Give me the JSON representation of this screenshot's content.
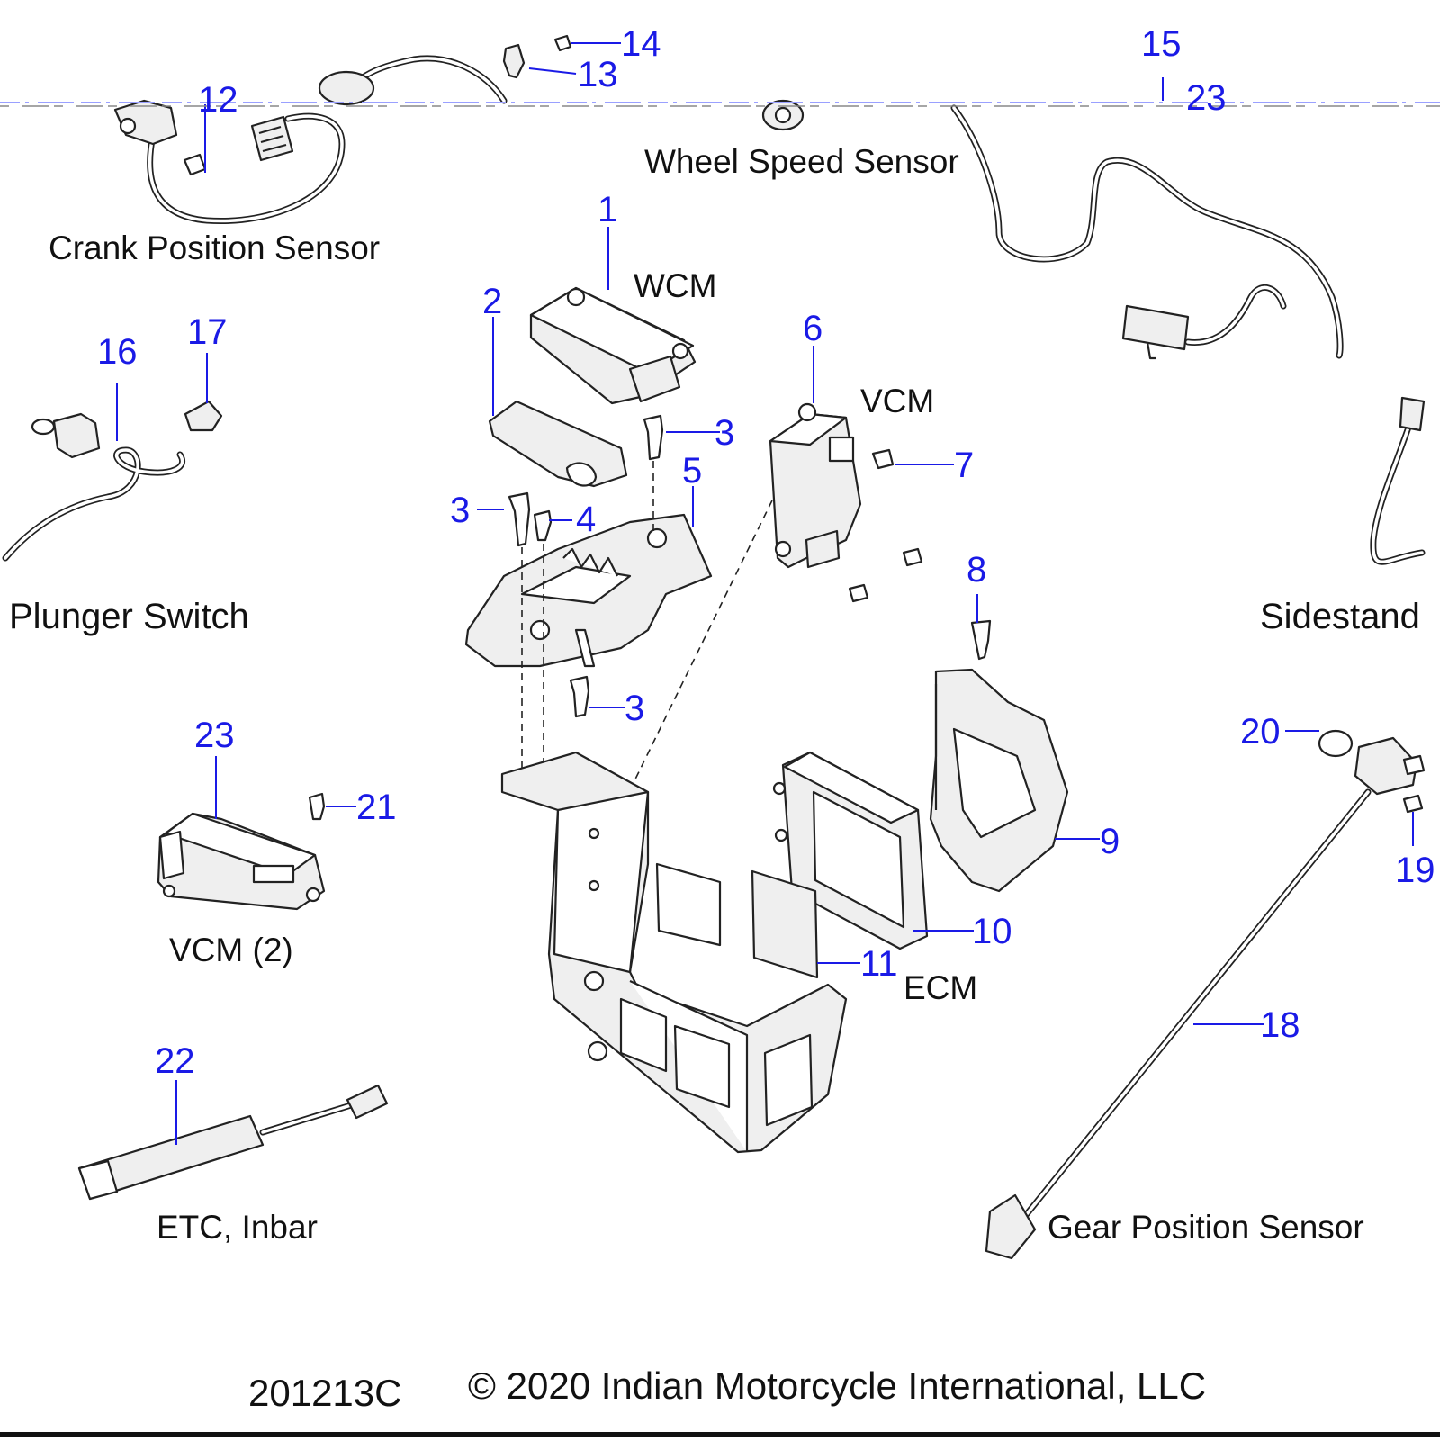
{
  "diagram": {
    "callouts": {
      "c1": "1",
      "c2": "2",
      "c3a": "3",
      "c3b": "3",
      "c3c": "3",
      "c4": "4",
      "c5": "5",
      "c6": "6",
      "c7": "7",
      "c8": "8",
      "c9": "9",
      "c10": "10",
      "c11": "11",
      "c12": "12",
      "c13": "13",
      "c14": "14",
      "c15": "15",
      "c16": "16",
      "c17": "17",
      "c18": "18",
      "c19": "19",
      "c20": "20",
      "c21": "21",
      "c22": "22",
      "c23a": "23",
      "c23b": "23"
    },
    "labels": {
      "wheel_speed_sensor": "Wheel Speed Sensor",
      "crank_position_sensor": "Crank Position Sensor",
      "wcm": "WCM",
      "vcm": "VCM",
      "plunger_switch": "Plunger Switch",
      "sidestand": "Sidestand",
      "vcm_2": "VCM (2)",
      "ecm": "ECM",
      "etc_inbar": "ETC, Inbar",
      "gear_position_sensor": "Gear Position Sensor"
    },
    "footer": {
      "drawing_number": "201213C",
      "copyright": "© 2020 Indian Motorcycle International, LLC"
    },
    "colors": {
      "callout": "#1a1ae6",
      "line": "#222222",
      "background": "#ffffff"
    }
  }
}
